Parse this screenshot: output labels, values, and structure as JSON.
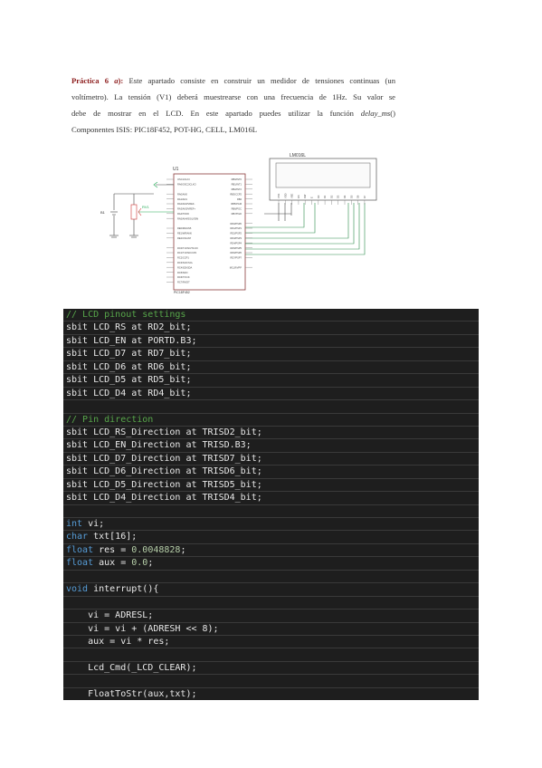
{
  "paragraph": {
    "title_prefix": "Práctica 6 ",
    "title_letter": "a",
    "title_suffix": "):",
    "line1_rest": " Este apartado consiste en construir un medidor de tensiones continuas (un",
    "line2": "voltímetro). La tensión (V1) deberá muestrearse con una frecuencia de 1Hz. Su valor se",
    "line3_a": "debe de mostrar en el LCD. En este apartado puedes utilizar la función ",
    "line3_fn": "delay_ms",
    "line3_b": "()",
    "line4": "Componentes ISIS: PIC18F452, POT-HG, CELL, LM016L"
  },
  "schematic": {
    "lcd_label": "LM016L",
    "mcu_label": "U1",
    "mcu_part": "PIC18F452",
    "cell_label": "B1",
    "pot_label": "RV1",
    "mcu_left_pins": [
      "OSC1/CLKI",
      "RA6/OSC2/CLKO",
      "",
      "RA0/AN0",
      "RA1/AN1",
      "RA2/AN2/VREF-",
      "RA3/AN3/VREF+",
      "RA4/T0CKI",
      "RA5/AN4/SS/LVDIN",
      "",
      "RE0/RD/AN5",
      "RE1/WR/AN6",
      "RE2/CS/AN7",
      "",
      "RC0/T1OSO/T1CKI",
      "RC1/T1OSI/CCP2",
      "RC2/CCP1",
      "RC3/SCK/SCL",
      "RC4/SDI/SDA",
      "RC5/SDO",
      "RC6/TX/CK",
      "RC7/RX/DT"
    ],
    "mcu_right_pins": [
      "RB0/INT0",
      "RB1/INT1",
      "RB2/INT2",
      "RB3/CCP2",
      "RB4",
      "RB5/PGM",
      "RB6/PGC",
      "RB7/PGD",
      "",
      "RD0/PSP0",
      "RD1/PSP1",
      "RD2/PSP2",
      "RD3/PSP3",
      "RD4/PSP4",
      "RD5/PSP5",
      "RD6/PSP6",
      "RD7/PSP7",
      "",
      "MCLR/VPP"
    ],
    "lcd_pins": [
      "VSS",
      "VDD",
      "VEE",
      "RS",
      "RW",
      "E",
      "D0",
      "D1",
      "D2",
      "D3",
      "D4",
      "D5",
      "D6",
      "D7"
    ]
  },
  "code": {
    "lines": [
      [
        {
          "t": "// LCD pinout settings",
          "c": "comment"
        }
      ],
      [
        {
          "t": "sbit LCD_RS at RD2_bit;",
          "c": "plain"
        }
      ],
      [
        {
          "t": "sbit LCD_EN at PORTD.B3;",
          "c": "plain"
        }
      ],
      [
        {
          "t": "sbit LCD_D7 at RD7_bit;",
          "c": "plain"
        }
      ],
      [
        {
          "t": "sbit LCD_D6 at RD6_bit;",
          "c": "plain"
        }
      ],
      [
        {
          "t": "sbit LCD_D5 at RD5_bit;",
          "c": "plain"
        }
      ],
      [
        {
          "t": "sbit LCD_D4 at RD4_bit;",
          "c": "plain"
        }
      ],
      [
        {
          "t": "",
          "c": "plain"
        }
      ],
      [
        {
          "t": "// Pin direction",
          "c": "comment"
        }
      ],
      [
        {
          "t": "sbit LCD_RS_Direction at TRISD2_bit;",
          "c": "plain"
        }
      ],
      [
        {
          "t": "sbit LCD_EN_Direction at TRISD.B3;",
          "c": "plain"
        }
      ],
      [
        {
          "t": "sbit LCD_D7_Direction at TRISD7_bit;",
          "c": "plain"
        }
      ],
      [
        {
          "t": "sbit LCD_D6_Direction at TRISD6_bit;",
          "c": "plain"
        }
      ],
      [
        {
          "t": "sbit LCD_D5_Direction at TRISD5_bit;",
          "c": "plain"
        }
      ],
      [
        {
          "t": "sbit LCD_D4_Direction at TRISD4_bit;",
          "c": "plain"
        }
      ],
      [
        {
          "t": "",
          "c": "plain"
        }
      ],
      [
        {
          "t": "int",
          "c": "kw"
        },
        {
          "t": " vi;",
          "c": "plain"
        }
      ],
      [
        {
          "t": "char",
          "c": "kw"
        },
        {
          "t": " txt[16];",
          "c": "plain"
        }
      ],
      [
        {
          "t": "float",
          "c": "kw"
        },
        {
          "t": " res = ",
          "c": "plain"
        },
        {
          "t": "0.0048828",
          "c": "num"
        },
        {
          "t": ";",
          "c": "plain"
        }
      ],
      [
        {
          "t": "float",
          "c": "kw"
        },
        {
          "t": " aux = ",
          "c": "plain"
        },
        {
          "t": "0.0",
          "c": "num"
        },
        {
          "t": ";",
          "c": "plain"
        }
      ],
      [
        {
          "t": "",
          "c": "plain"
        }
      ],
      [
        {
          "t": "void",
          "c": "kw"
        },
        {
          "t": " interrupt(){",
          "c": "plain"
        }
      ],
      [
        {
          "t": "",
          "c": "plain"
        }
      ],
      [
        {
          "t": "    vi = ADRESL;",
          "c": "plain"
        }
      ],
      [
        {
          "t": "    vi = vi + (ADRESH << 8);",
          "c": "plain"
        }
      ],
      [
        {
          "t": "    aux = vi * res;",
          "c": "plain"
        }
      ],
      [
        {
          "t": "",
          "c": "plain"
        }
      ],
      [
        {
          "t": "    Lcd_Cmd(_LCD_CLEAR);",
          "c": "plain"
        }
      ],
      [
        {
          "t": "",
          "c": "plain"
        }
      ],
      [
        {
          "t": "    FloatToStr(aux,txt);",
          "c": "plain"
        }
      ]
    ]
  }
}
